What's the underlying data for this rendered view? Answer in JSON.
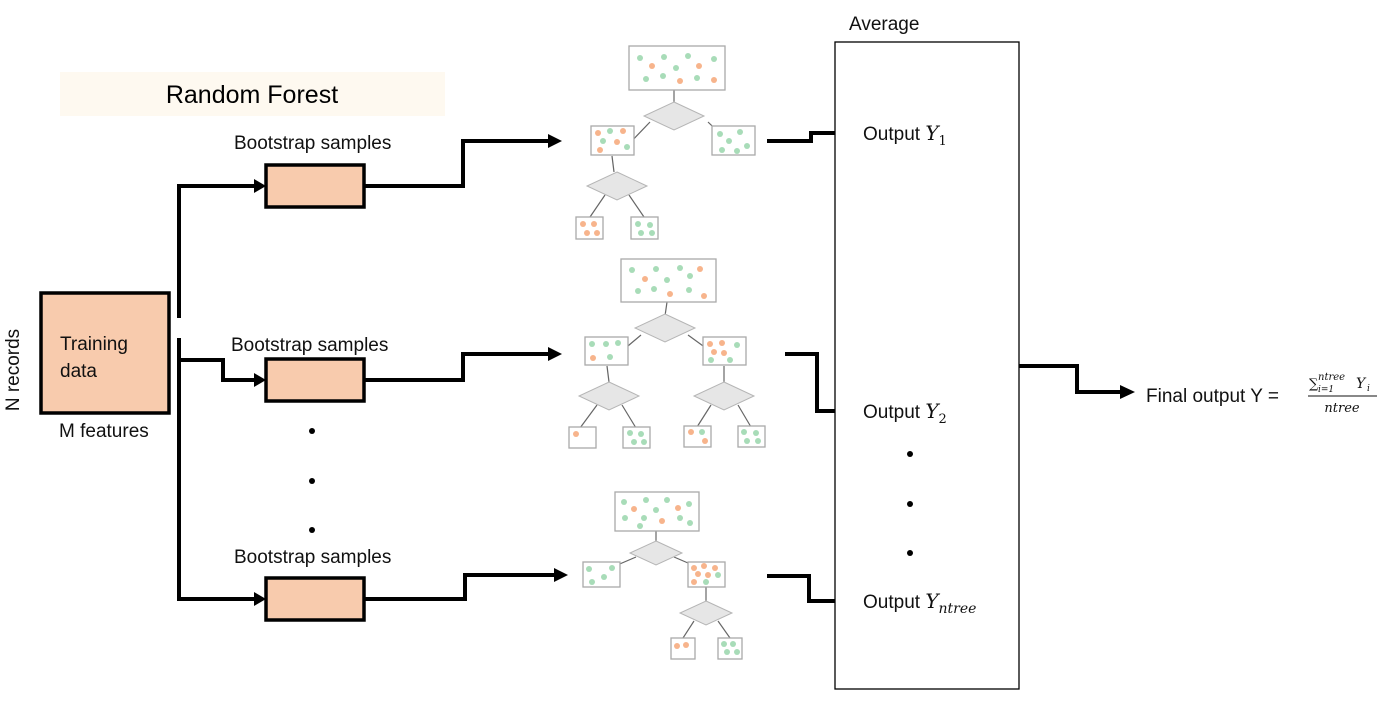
{
  "title": "Random Forest",
  "training": {
    "line1": "Training",
    "line2": "data",
    "side_label": "N records",
    "bottom_label": "M features"
  },
  "bootstrap_labels": [
    "Bootstrap samples",
    "Bootstrap samples",
    "Bootstrap samples"
  ],
  "aggregate": {
    "label": "Average",
    "outputs": [
      {
        "prefix": "Output ",
        "var": "Y",
        "sub": "1"
      },
      {
        "prefix": "Output ",
        "var": "Y",
        "sub": "2"
      },
      {
        "prefix": "Output ",
        "var": "Y",
        "sub": "ntree"
      }
    ]
  },
  "final": {
    "prefix": "Final output Y = ",
    "sum_symbol": "∑",
    "sum_upper": "ntree",
    "sum_lower": "i=1",
    "term": "Y",
    "term_sub": "i",
    "denominator": "ntree"
  },
  "colors": {
    "box_fill": "#f8cbad",
    "title_band": "#fef9f0",
    "green_dot": "#a8dcb8",
    "orange_dot": "#f7b48c"
  }
}
